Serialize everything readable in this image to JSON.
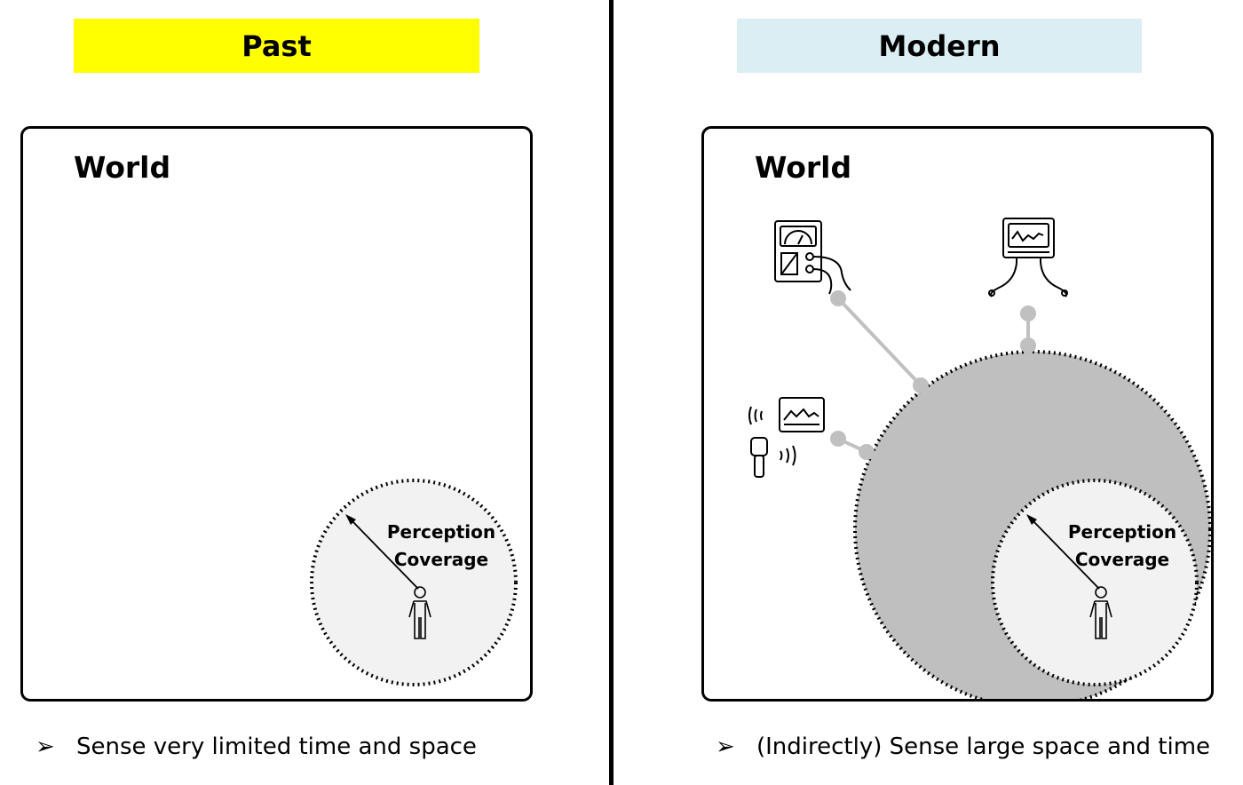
{
  "panels": {
    "past": {
      "banner_label": "Past",
      "banner_color": "#ffff00",
      "world_label": "World",
      "coverage_line1": "Perception",
      "coverage_line2": "Coverage",
      "bullet_text": "Sense very limited time and space"
    },
    "modern": {
      "banner_label": "Modern",
      "banner_color": "#daeef3",
      "world_label": "World",
      "coverage_line1": "Perception",
      "coverage_line2": "Coverage",
      "bullet_text": "(Indirectly) Sense large space and time"
    }
  },
  "bullet_glyph": "➢",
  "icons": [
    "multimeter-icon",
    "oscilloscope-icon",
    "wireless-sensor-icon",
    "person-icon"
  ],
  "colors": {
    "coverage_fill": "#f2f2f2",
    "extended_fill": "#bfbfbf",
    "connector": "#c0c0c0"
  }
}
